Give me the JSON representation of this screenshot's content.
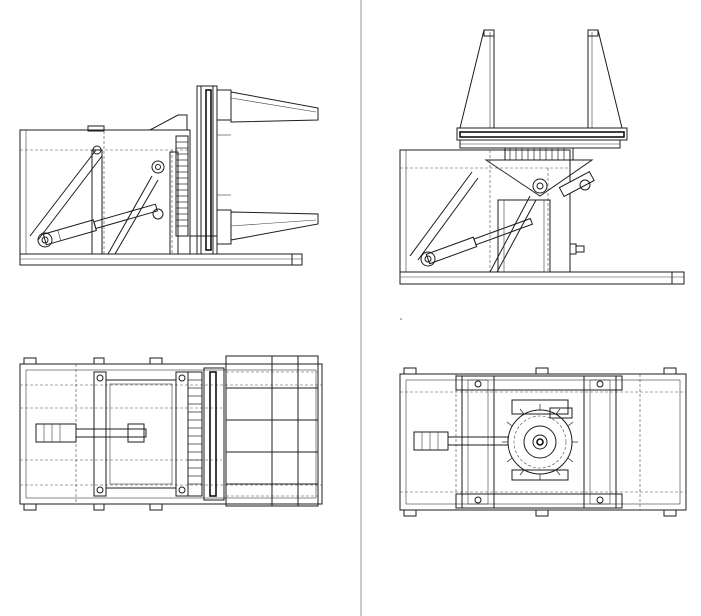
{
  "drawing": {
    "views": [
      {
        "id": "side-view-left"
      },
      {
        "id": "side-view-right"
      },
      {
        "id": "top-view-left"
      },
      {
        "id": "top-view-right"
      }
    ],
    "colors": {
      "line": "#1c1c1c",
      "separator": "#b8b8b8",
      "background": "#ffffff"
    }
  }
}
